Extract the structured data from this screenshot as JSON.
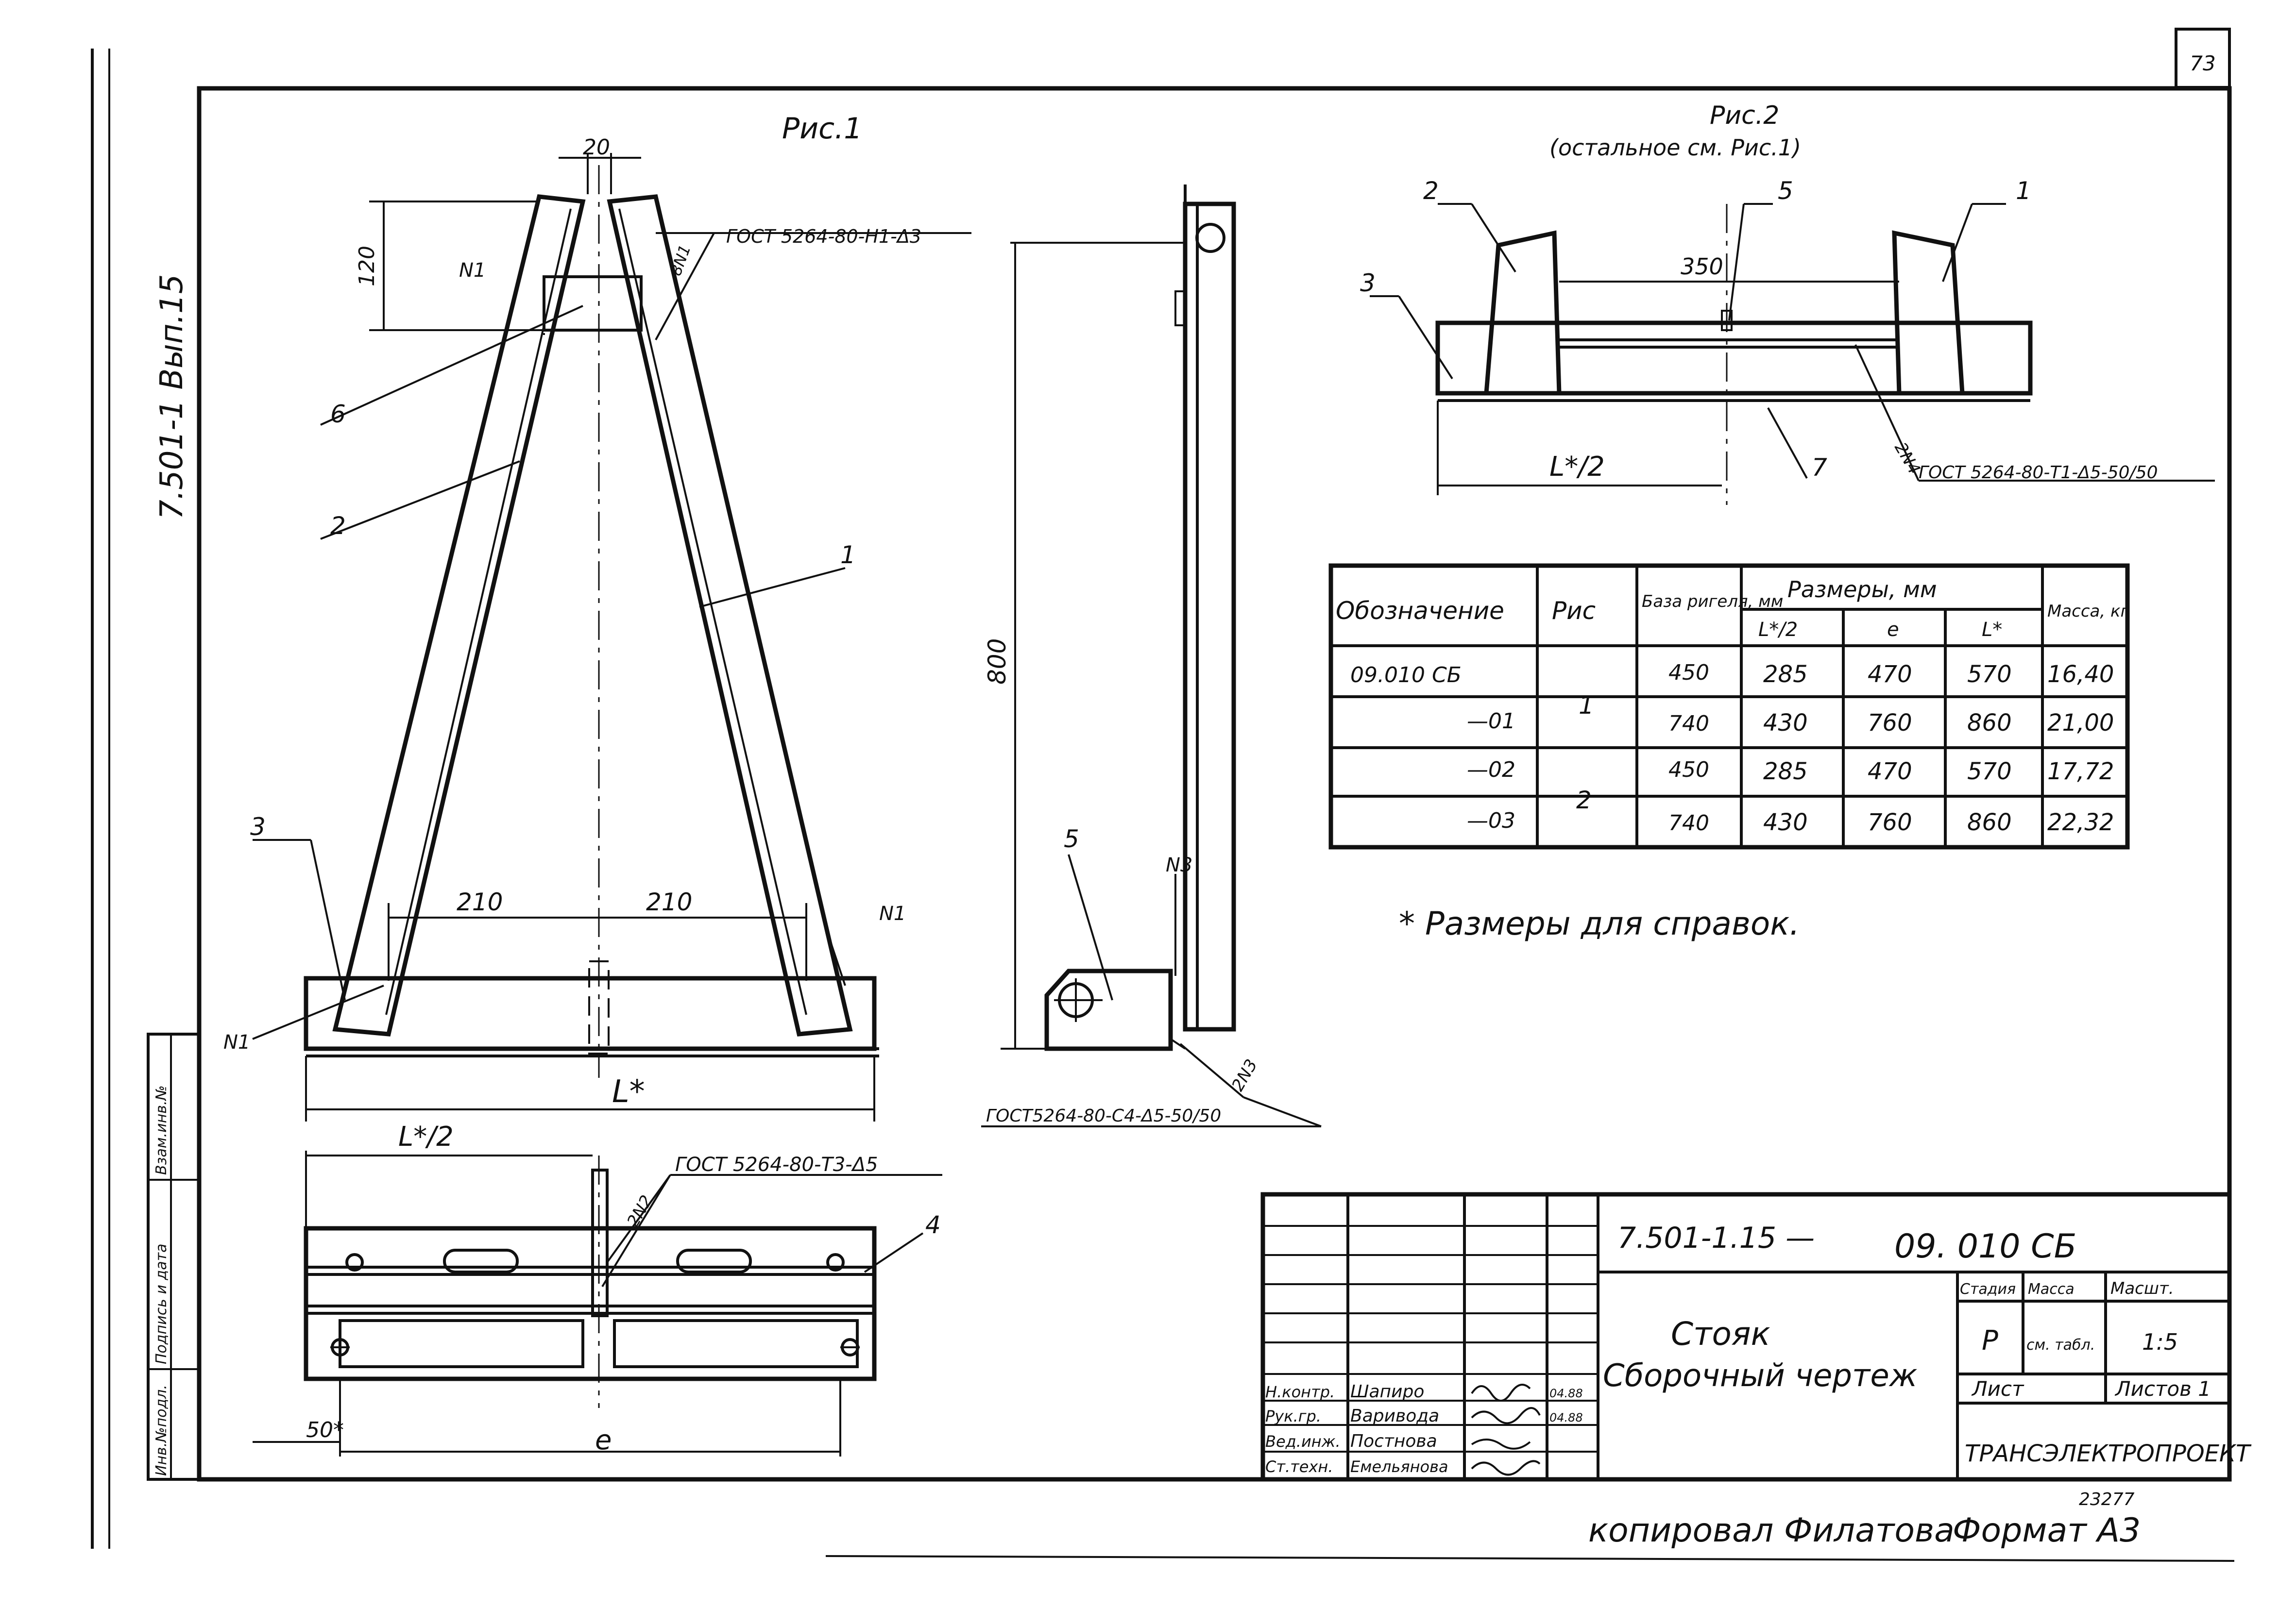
{
  "page_number": "73",
  "side_label": "7.501-1 Вып.15",
  "fig1": {
    "title": "Рис.1",
    "dim_top_gap": "20",
    "dim_height_top": "120",
    "dim_base_left": "210",
    "dim_base_right": "210",
    "dim_overall": "L*",
    "dim_height": "800",
    "weld_top": "ГОСТ 5264-80-Н1-Δ3",
    "weld_top_mark": "8N1",
    "weld_labels": [
      "N1",
      "N1",
      "N1",
      "N3"
    ],
    "weld_side": "ГОСТ5264-80-С4-Δ5-50/50",
    "weld_side_mark": "2N3",
    "weld_plan": "ГОСТ 5264-80-Т3-Δ5",
    "weld_plan_mark": "2N2",
    "dim_plan_half": "L*/2",
    "dim_plan_e": "e",
    "dim_plan_50": "50*",
    "positions": [
      "1",
      "2",
      "3",
      "4",
      "5",
      "6"
    ]
  },
  "fig2": {
    "title": "Рис.2",
    "subtitle": "(остальное см. Рис.1)",
    "dim_350": "350",
    "dim_half": "L*/2",
    "weld": "ГОСТ 5264-80-Т1-Δ5-50/50",
    "weld_mark": "2N4",
    "positions": [
      "1",
      "2",
      "3",
      "5",
      "7"
    ]
  },
  "table": {
    "head_designation": "Обозначение",
    "head_fig": "Рис",
    "head_base": "База ригеля, мм",
    "head_dims": "Размеры, мм",
    "head_sub": [
      "L*/2",
      "e",
      "L*"
    ],
    "head_mass": "Масса, кг",
    "rows": [
      {
        "designation": "09.010 СБ",
        "fig": "1",
        "base": "450",
        "half": "285",
        "e": "470",
        "l": "570",
        "mass": "16,40"
      },
      {
        "designation": "—01",
        "fig": "",
        "base": "740",
        "half": "430",
        "e": "760",
        "l": "860",
        "mass": "21,00"
      },
      {
        "designation": "—02",
        "fig": "2",
        "base": "450",
        "half": "285",
        "e": "470",
        "l": "570",
        "mass": "17,72"
      },
      {
        "designation": "—03",
        "fig": "",
        "base": "740",
        "half": "430",
        "e": "760",
        "l": "860",
        "mass": "22,32"
      }
    ]
  },
  "note": "* Размеры для справок.",
  "stamp": {
    "doc_code": "7.501-1.15 —",
    "doc_number": "09. 010 СБ",
    "name_line1": "Стояк",
    "name_line2": "Сборочный чертеж",
    "stage_label": "Стадия",
    "mass_label": "Масса",
    "scale_label": "Масшт.",
    "stage": "Р",
    "mass": "см. табл.",
    "scale": "1:5",
    "sheet_label": "Лист",
    "sheets_label": "Листов 1",
    "company": "ТРАНСЭЛЕКТРОПРОЕКТ",
    "roles": [
      {
        "role": "Н.контр.",
        "name": "Шапиро",
        "date": "04.88"
      },
      {
        "role": "Рук.гр.",
        "name": "Варивода",
        "date": "04.88"
      },
      {
        "role": "Вед.инж.",
        "name": "Постнова",
        "date": ""
      },
      {
        "role": "Ст.техн.",
        "name": "Емельянова",
        "date": ""
      }
    ]
  },
  "left_strip": [
    "Инв.№подл.",
    "Подпись и дата",
    "Взам.инв.№"
  ],
  "footer": {
    "copied": "копировал Филатова",
    "format": "Формат А3",
    "order": "23277"
  }
}
